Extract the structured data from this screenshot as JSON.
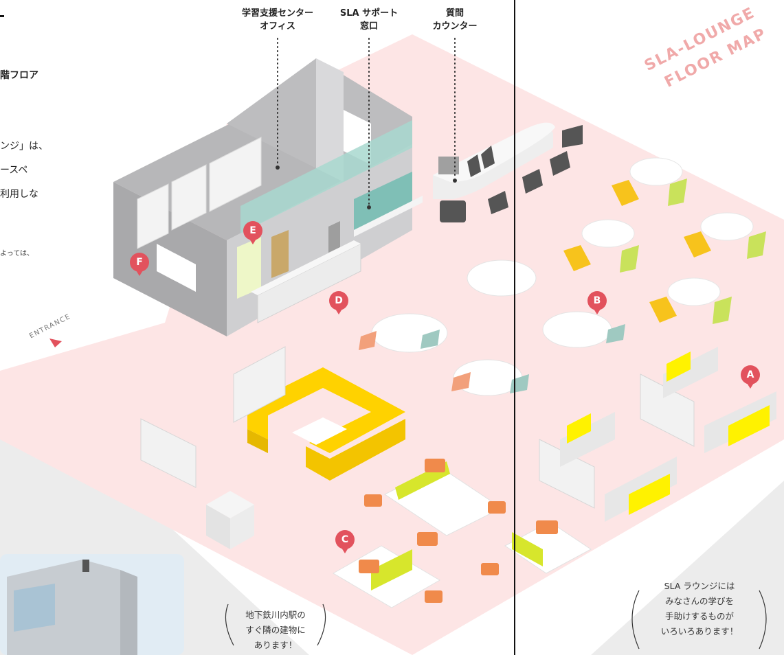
{
  "header_labels": {
    "office": "学習支援センター\nオフィス",
    "support": "SLA サポート\n窓口",
    "question": "質問\nカウンター"
  },
  "floor_title_line1": "SLA-LOUNGE",
  "floor_title_line2": "FLOOR MAP",
  "entrance": "ENTRANCE",
  "side_text": {
    "floor": "階フロア",
    "line1": "ンジ」は、",
    "line2": "ースペ",
    "line3": "利用しな",
    "small": "よっては、"
  },
  "markers": {
    "a": "A",
    "b": "B",
    "c": "C",
    "d": "D",
    "e": "E",
    "f": "F"
  },
  "notes": {
    "left": "地下鉄川内駅の\nすぐ隣の建物に\nあります！",
    "right": "SLA ラウンジには\nみなさんの学びを\n手助けするものが\nいろいろあります！"
  },
  "colors": {
    "floor_pink": "#fde5e5",
    "wall_gray": "#c9c9cb",
    "marker_red": "#e2525d",
    "sofa_yellow": "#ffd200",
    "chair_orange": "#f08a4b",
    "lime": "#d7e62c",
    "teal_glass": "#a8d8cf"
  }
}
